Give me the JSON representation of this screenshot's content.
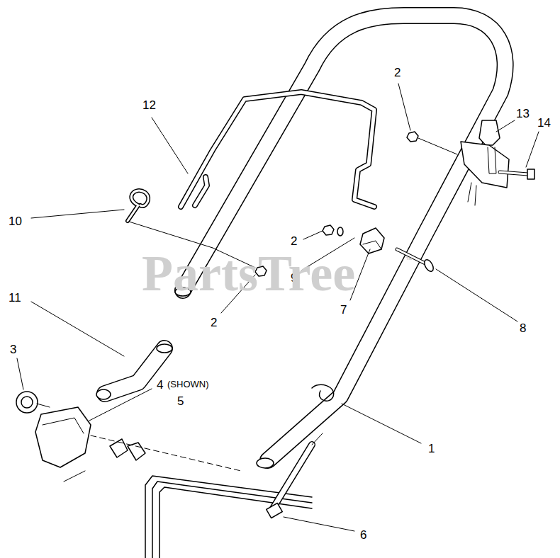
{
  "diagram": {
    "labels": [
      "12",
      "2",
      "13",
      "14",
      "10",
      "2",
      "9",
      "7",
      "8",
      "2",
      "11",
      "3",
      "4",
      "(SHOWN)",
      "5",
      "1",
      "6",
      "PartsTree",
      "™"
    ]
  }
}
